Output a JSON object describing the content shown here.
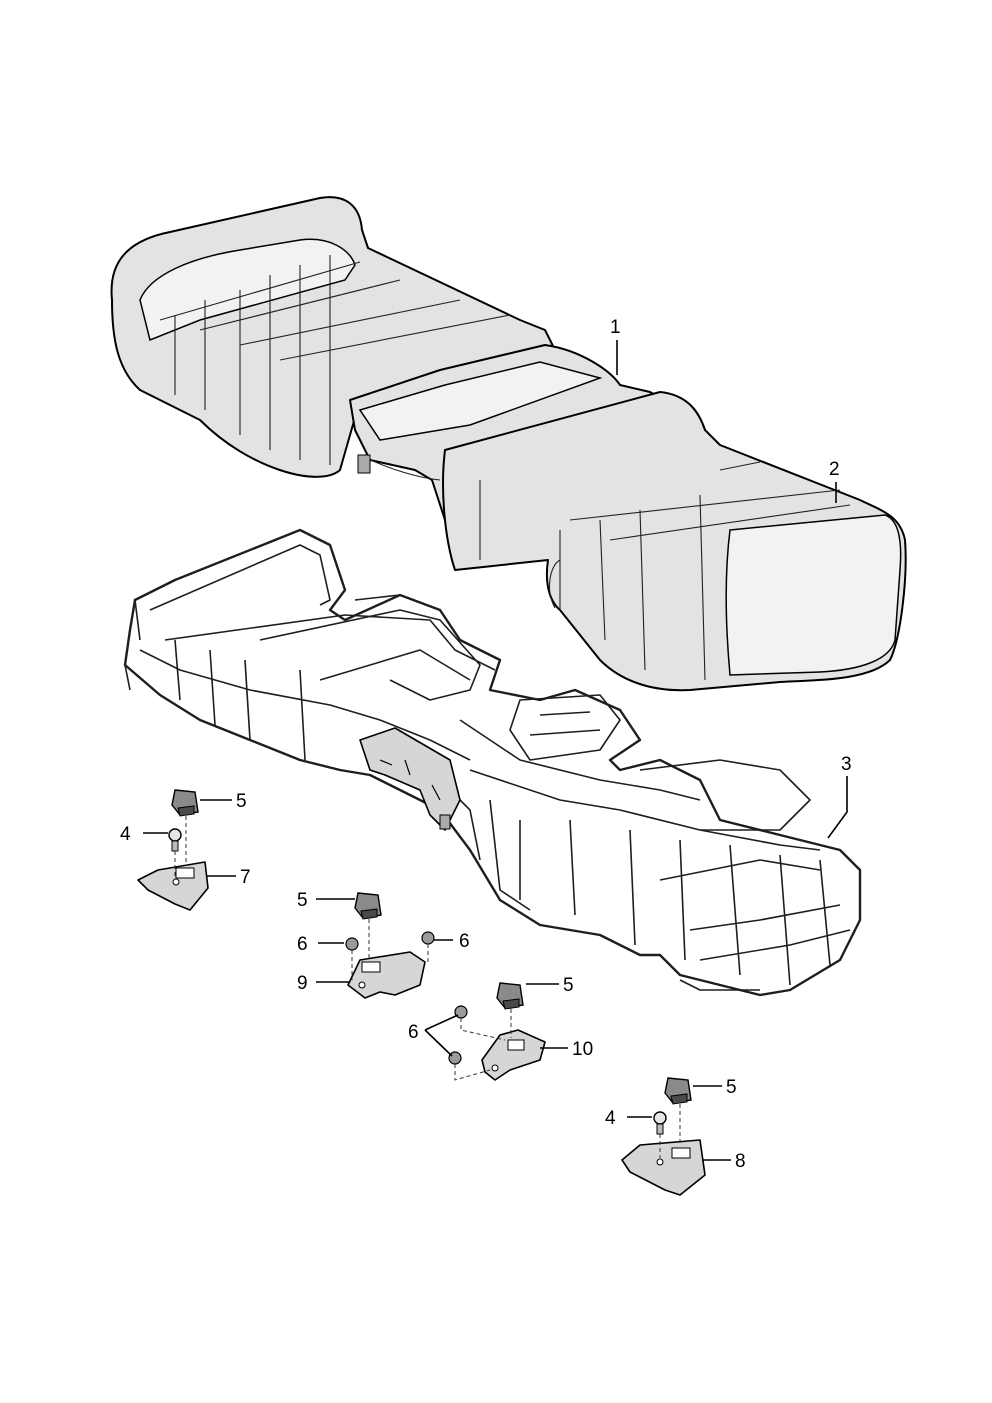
{
  "callouts": [
    {
      "id": "1",
      "part": "seat-cushion-foam"
    },
    {
      "id": "2",
      "part": "seat-cushion-side-segment"
    },
    {
      "id": "3",
      "part": "wire-frame"
    },
    {
      "id": "4",
      "part": "screw"
    },
    {
      "id": "5",
      "part": "clip"
    },
    {
      "id": "6",
      "part": "nut"
    },
    {
      "id": "7",
      "part": "bracket"
    },
    {
      "id": "8",
      "part": "bracket"
    },
    {
      "id": "9",
      "part": "bracket"
    },
    {
      "id": "10",
      "part": "bracket"
    }
  ]
}
